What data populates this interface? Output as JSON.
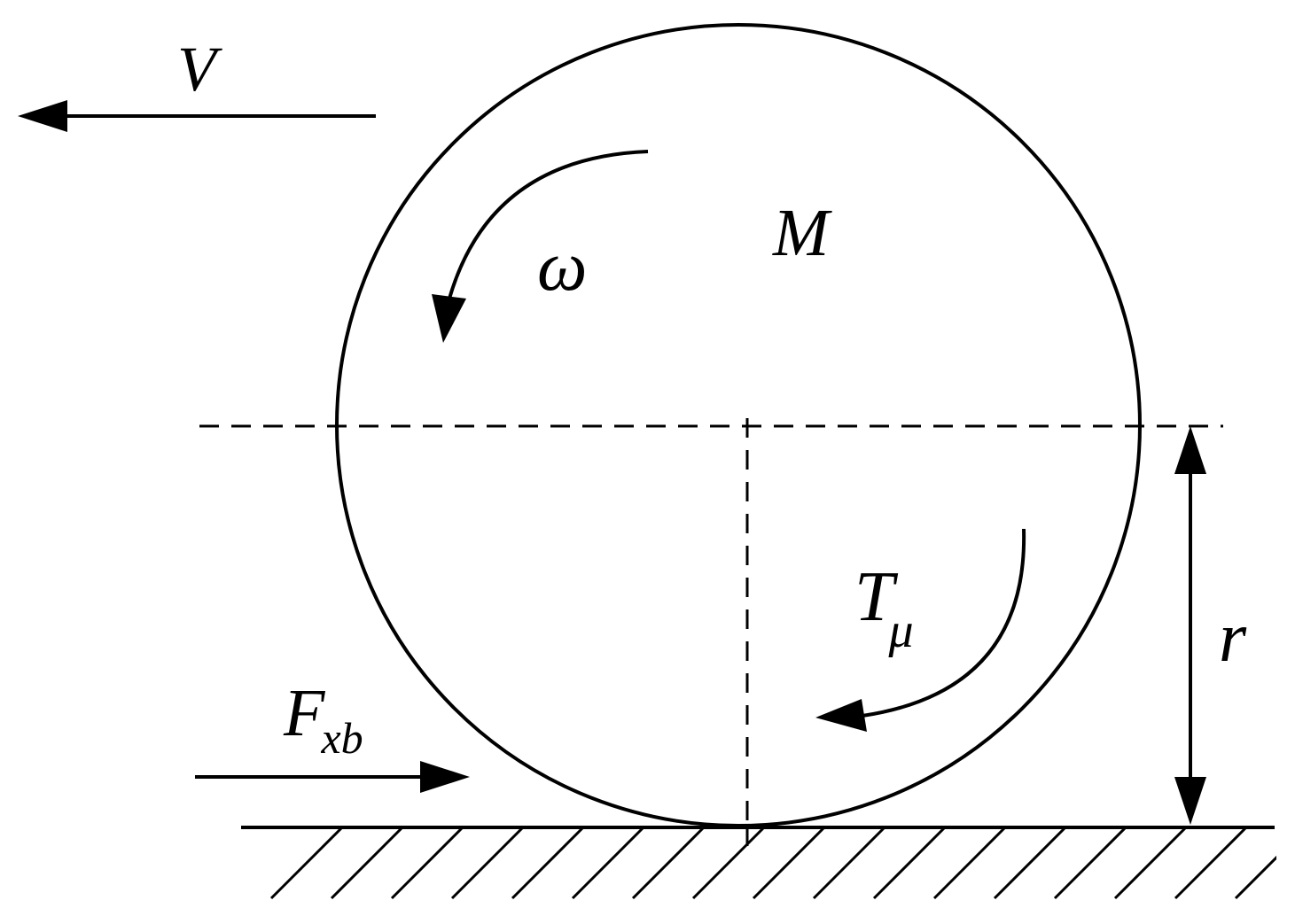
{
  "labels": {
    "velocity": "V",
    "angular_velocity": "ω",
    "mass": "M",
    "torque_main": "T",
    "torque_sub": "μ",
    "force_main": "F",
    "force_sub": "xb",
    "radius": "r"
  },
  "colors": {
    "stroke": "#000000",
    "background": "#ffffff"
  }
}
